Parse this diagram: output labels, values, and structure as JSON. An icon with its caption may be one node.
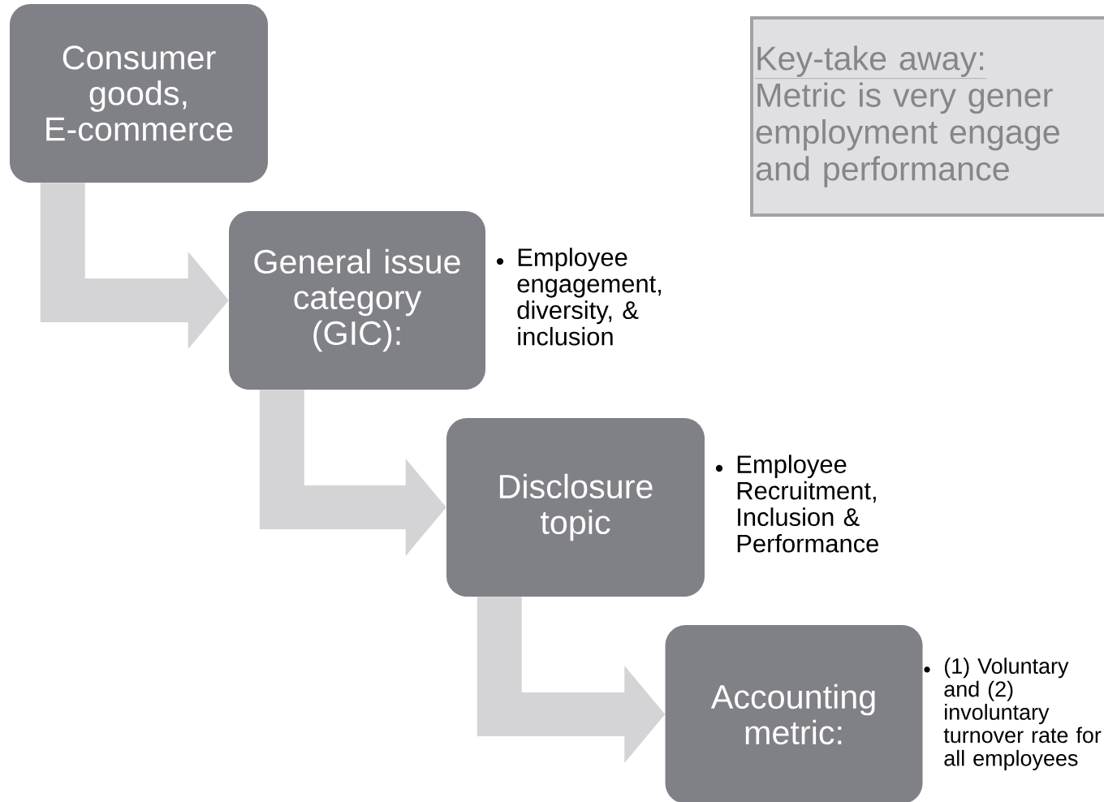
{
  "diagram": {
    "nodes": [
      {
        "text": [
          "Consumer goods, E-commerce"
        ]
      },
      {
        "text": [
          "General issue category (GIC):"
        ],
        "beside": [
          "Employee engagement, diversity, & inclusion"
        ]
      },
      {
        "text": [
          "Disclosure topic"
        ],
        "beside": [
          "Employee Recruitment, Inclusion & Performance"
        ]
      },
      {
        "text": [
          "Accounting metric:"
        ],
        "beside": [
          "(1) Voluntary and (2) involuntary turnover rate for all employees"
        ]
      },
      {
        "text": [
          "Key-take away:",
          "Metric is very gener employment engage and performance"
        ]
      }
    ],
    "edges": [
      {
        "from": 0,
        "to": 1,
        "arrow": "to"
      },
      {
        "from": 1,
        "to": 2,
        "arrow": "to"
      },
      {
        "from": 2,
        "to": 3,
        "arrow": "to"
      }
    ]
  }
}
